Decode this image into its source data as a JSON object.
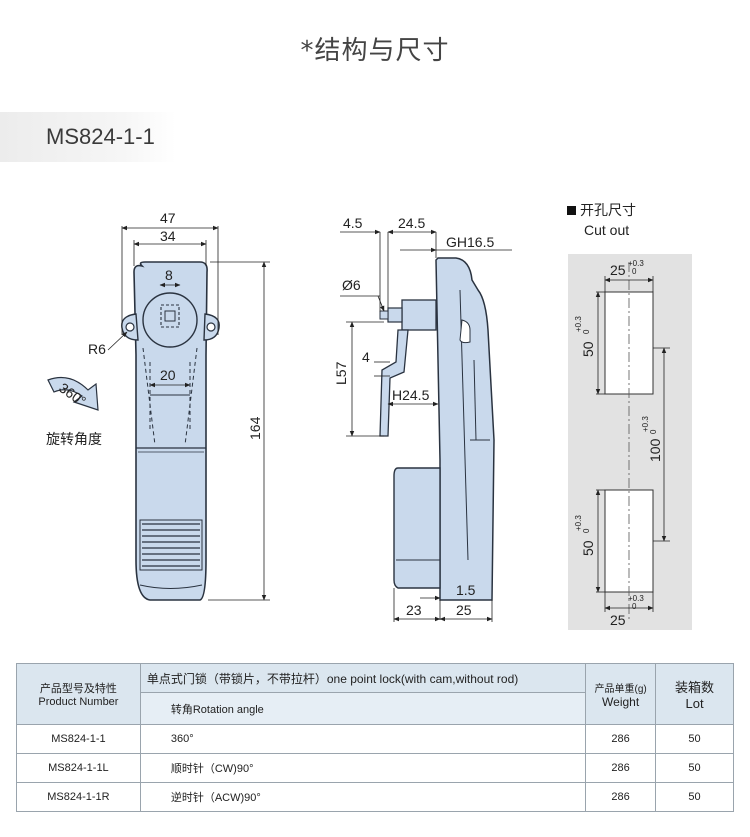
{
  "page": {
    "title": "*结构与尺寸",
    "model": "MS824-1-1"
  },
  "drawing": {
    "front_view": {
      "dims": [
        "47",
        "34",
        "8",
        "R6",
        "20",
        "164"
      ],
      "rotation_symbol": "360°",
      "rotation_label": "旋转角度"
    },
    "side_view": {
      "dims": [
        "4.5",
        "24.5",
        "GH16.5",
        "Ø6",
        "L57",
        "4",
        "H24.5",
        "1.5",
        "23",
        "25"
      ]
    },
    "cutout": {
      "label_zh": "开孔尺寸",
      "label_en": "Cut out",
      "dims": [
        "25",
        "50",
        "100",
        "50",
        "25"
      ],
      "tol_upper": "+0.3",
      "tol_lower": "0"
    }
  },
  "table": {
    "col_product_zh": "产品型号及特性",
    "col_product_en": "Product Number",
    "col_desc": "单点式门锁（带锁片，不带拉杆）one point lock(with cam,without rod)",
    "col_rotation": "转角Rotation angle",
    "col_weight_zh": "产品单重(g)",
    "col_weight_en": "Weight",
    "col_lot_zh": "装箱数",
    "col_lot_en": "Lot",
    "rows": [
      {
        "model": "MS824-1-1",
        "rotation": "360°",
        "weight": "286",
        "lot": "50"
      },
      {
        "model": "MS824-1-1L",
        "rotation": "顺时针（CW)90°",
        "weight": "286",
        "lot": "50"
      },
      {
        "model": "MS824-1-1R",
        "rotation": "逆时针（ACW)90°",
        "weight": "286",
        "lot": "50"
      }
    ]
  },
  "colors": {
    "body_fill": "#c9d9ec",
    "body_stroke": "#2a3340",
    "cutout_bg": "#e2e2e2"
  }
}
